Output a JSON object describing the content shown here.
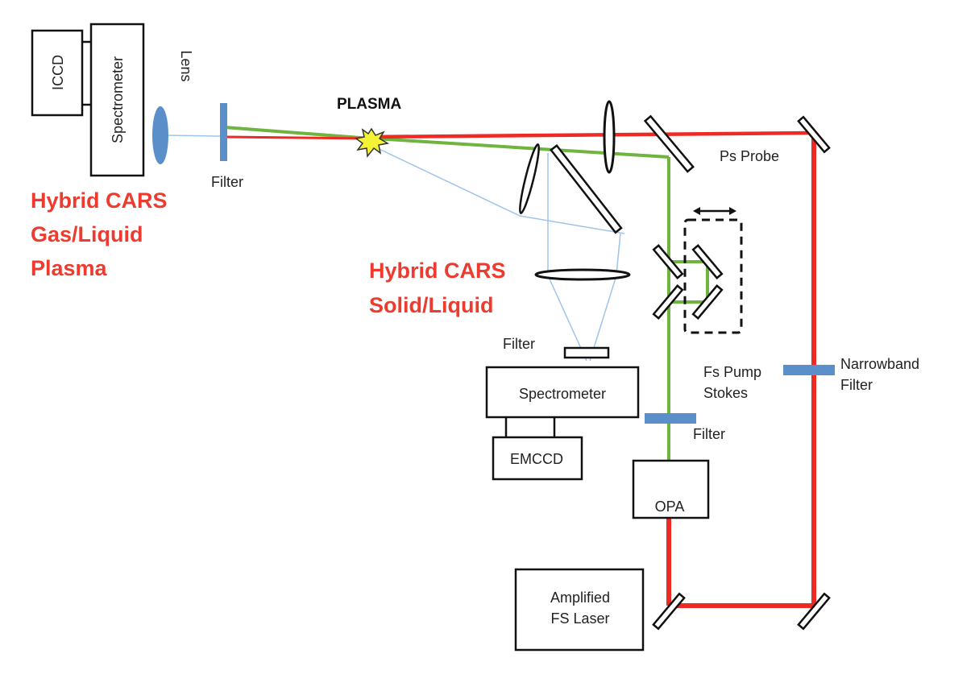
{
  "colors": {
    "probe_beam": "#ee2a24",
    "pump_stokes_beam": "#6fb43f",
    "signal_beam": "#9ec4ea",
    "filter": "#5b8fc9",
    "plasma": "#f3f235",
    "title_text": "#ee3b2f"
  },
  "titles": {
    "gas_liquid": [
      "Hybrid CARS",
      "Gas/Liquid",
      "Plasma"
    ],
    "solid_liquid": [
      "Hybrid CARS",
      "Solid/Liquid"
    ]
  },
  "labels": {
    "iccd": "ICCD",
    "spectrometer_left": "Spectrometer",
    "lens": "Lens",
    "filter_left": "Filter",
    "plasma": "PLASMA",
    "ps_probe": "Ps Probe",
    "filter_mid": "Filter",
    "spectrometer_mid": "Spectrometer",
    "emccd": "EMCCD",
    "fs_pump_stokes": [
      "Fs Pump",
      "Stokes"
    ],
    "filter_right": "Filter",
    "narrowband_filter": [
      "Narrowband",
      "Filter"
    ],
    "opa": "OPA",
    "laser": [
      "Amplified",
      "FS Laser"
    ]
  },
  "icons": {
    "delay_stage_arrow": "double-headed-arrow-icon",
    "plasma_spark": "starburst-icon"
  }
}
